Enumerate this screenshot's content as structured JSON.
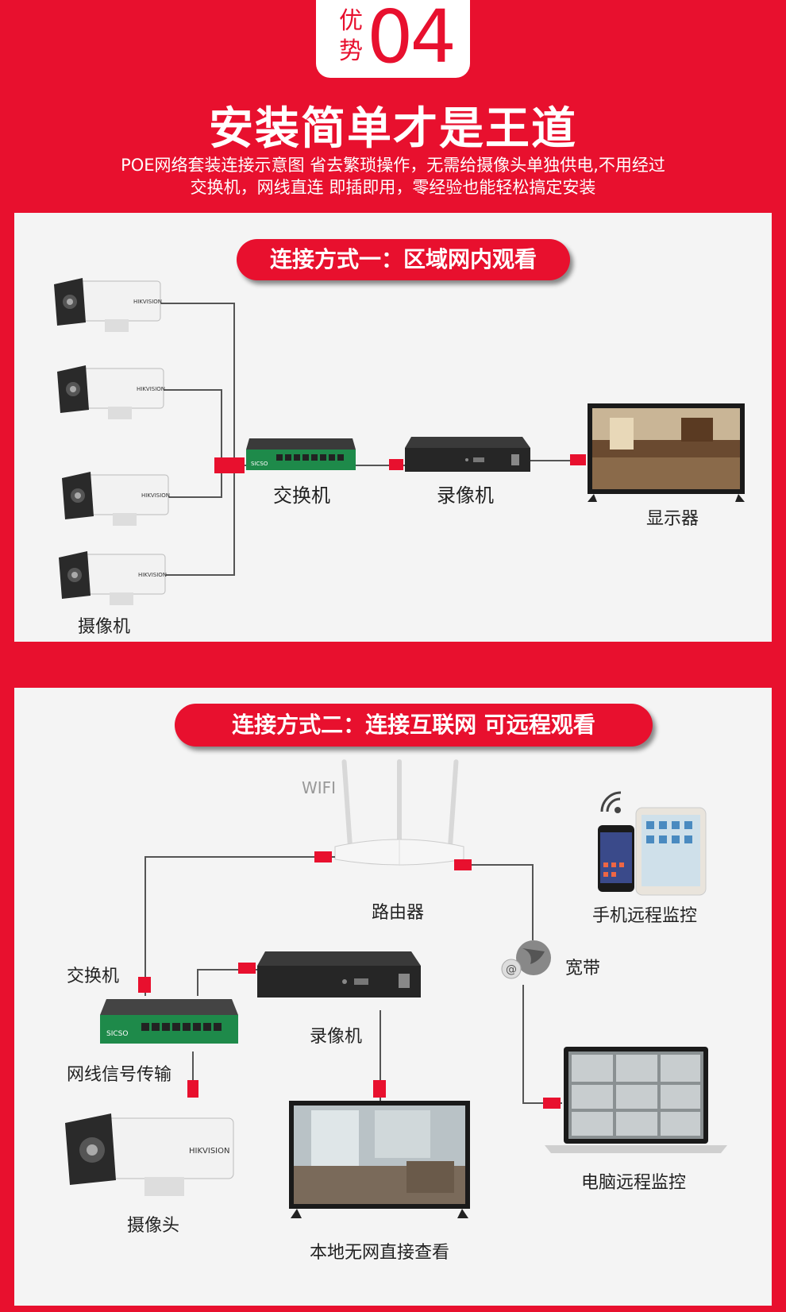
{
  "header": {
    "badge_word": "优势",
    "badge_char1": "优",
    "badge_char2": "势",
    "badge_number": "04",
    "title": "安装简单才是王道",
    "subtitle_line1": "POE网络套装连接示意图 省去繁琐操作，无需给摄像头单独供电,不用经过",
    "subtitle_line2": "交换机，网线直连 即插即用，零经验也能轻松搞定安装"
  },
  "section1": {
    "title": "连接方式一：区域网内观看",
    "labels": {
      "switch": "交换机",
      "recorder": "录像机",
      "monitor": "显示器",
      "camera": "摄像机"
    },
    "camera_brand": "HIKVISION"
  },
  "section2": {
    "title": "连接方式二：连接互联网 可远程观看",
    "labels": {
      "wifi": "WIFI",
      "router": "路由器",
      "mobile": "手机远程监控",
      "broadband": "宽带",
      "switch": "交换机",
      "recorder": "录像机",
      "cable": "网线信号传输",
      "camera": "摄像头",
      "local_view": "本地无网直接查看",
      "pc_monitor": "电脑远程监控"
    },
    "camera_brand": "HIKVISION",
    "switch_brand": "SICSO"
  },
  "colors": {
    "accent": "#e8102e",
    "panel": "#f4f4f4"
  },
  "icons": [
    "camera-icon",
    "switch-icon",
    "recorder-icon",
    "monitor-icon",
    "router-icon",
    "phone-icon",
    "tablet-icon",
    "wifi-signal-icon",
    "globe-icon",
    "laptop-icon"
  ]
}
